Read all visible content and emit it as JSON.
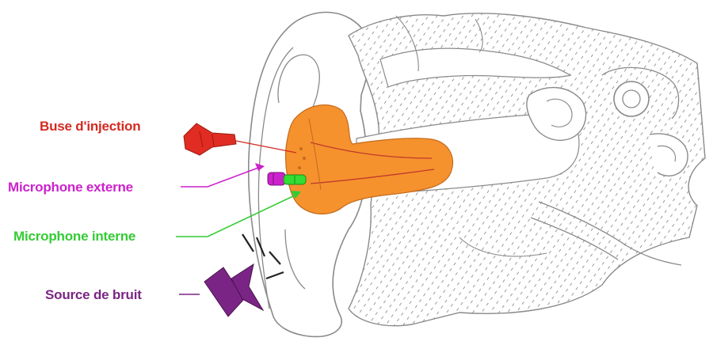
{
  "labels": {
    "buse_injection": "Buse d'injection",
    "microphone_externe": "Microphone externe",
    "microphone_interne": "Microphone interne",
    "source_bruit": "Source de bruit"
  },
  "colors": {
    "buse_injection": "#d42a20",
    "microphone_externe": "#cc22cc",
    "microphone_interne": "#33dd33",
    "source_bruit": "#7a2585",
    "earplug": "#f5922e",
    "anatomy_outline": "#8a8a8a",
    "anatomy_hatch": "#9a9a9a"
  },
  "icons": {
    "nozzle": "nozzle-icon",
    "external_mic": "external-microphone-icon",
    "internal_mic": "internal-microphone-icon",
    "speaker": "speaker-icon"
  }
}
